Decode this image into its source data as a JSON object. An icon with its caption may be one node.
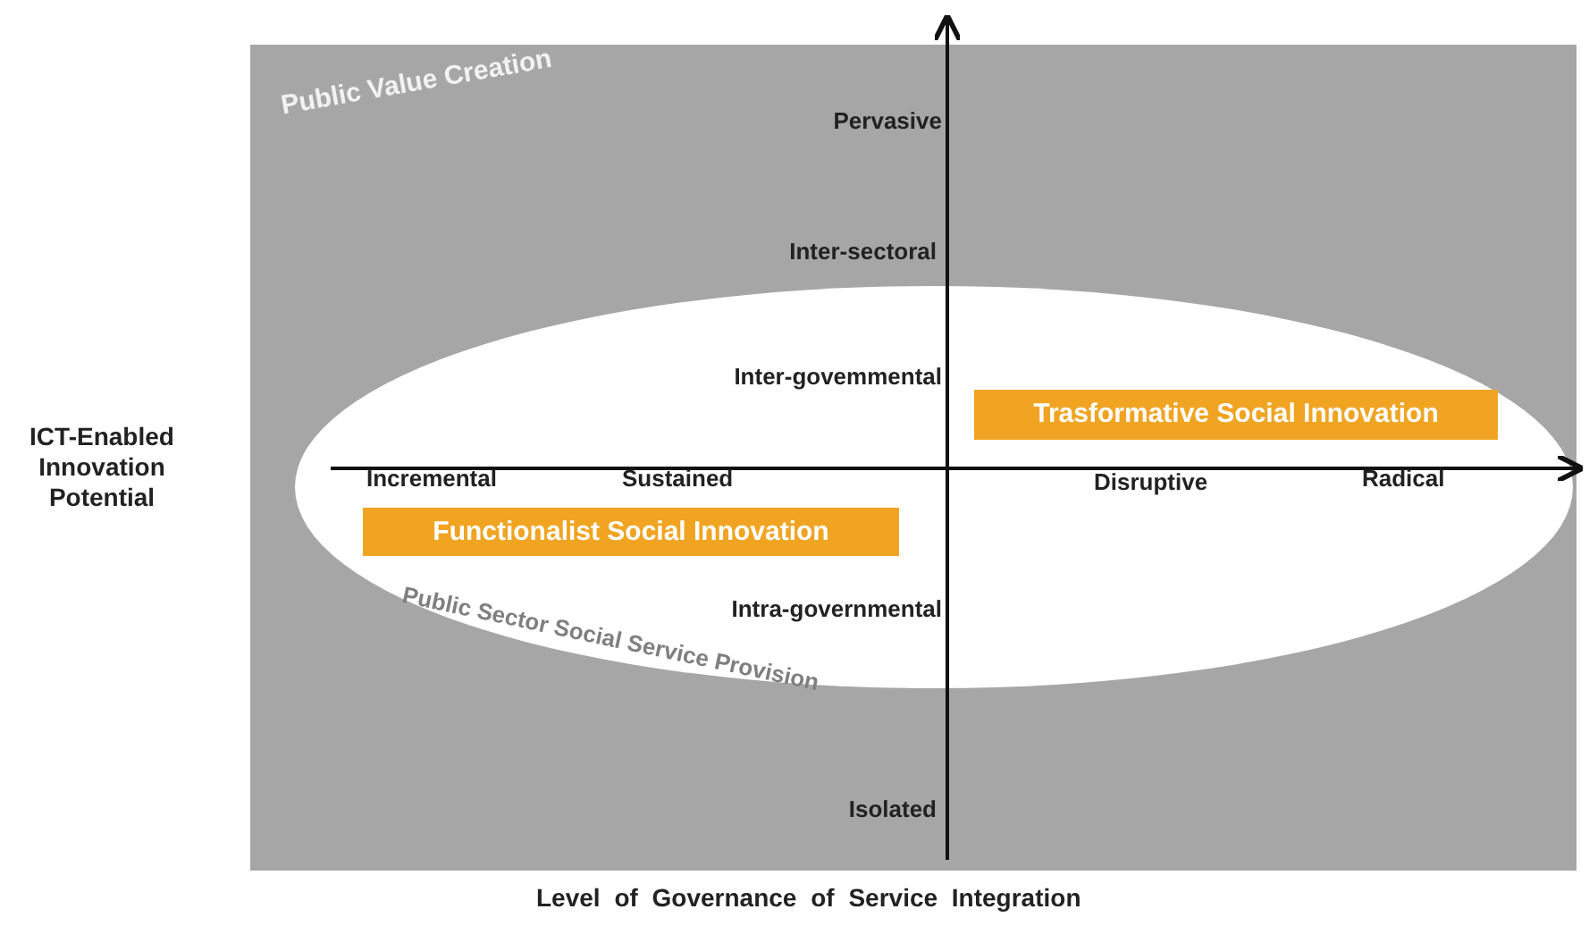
{
  "diagram": {
    "nodes": [
      {
        "text": [
          "Public Value Creation"
        ]
      },
      {
        "text": [
          "Public Sector Social Service Provision"
        ],
        "in": 0
      },
      {
        "text": [
          "Trasformative Social Innovation"
        ],
        "in": 1
      },
      {
        "text": [
          "Functionalist Social Innovation"
        ],
        "in": 1
      }
    ],
    "edges": [],
    "labels": [
      "Pervasive",
      "Inter-sectoral",
      "Inter-govemmental",
      "ICT-Enabled Innovation Potential",
      "Incremental",
      "Sustained",
      "Disruptive",
      "Radical",
      "Intra-governmental",
      "Isolated",
      "Level of Governance of Service Integration"
    ]
  }
}
